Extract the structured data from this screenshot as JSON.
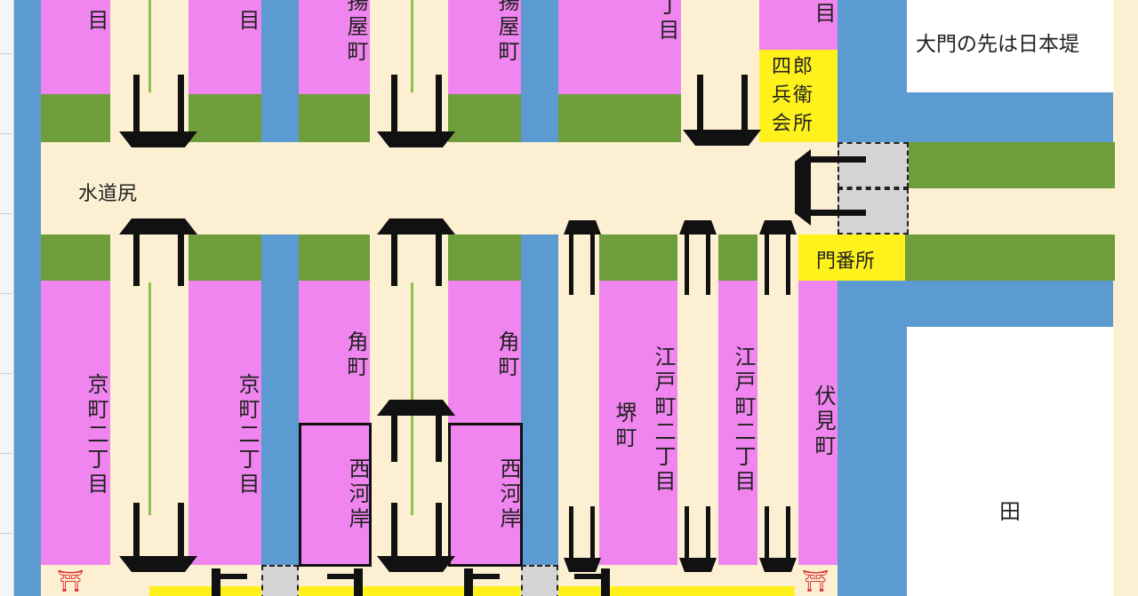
{
  "labels": {
    "kyomachi_1": "京町二丁目",
    "kyomachi_2": "京町二丁目",
    "sumimachi_1": "角町",
    "sumimachi_2": "角町",
    "nishigashi_1": "西河岸",
    "nishigashi_2": "西河岸",
    "sakaimachi": "堺町",
    "edomachi_1": "江戸町二丁目",
    "edomachi_2": "江戸町二丁目",
    "fushimimachi": "伏見町",
    "ageya_1": "揚屋町",
    "ageya_2": "揚屋町",
    "top_me_1": "目",
    "top_me_2": "目",
    "top_chome": "丁目",
    "top_me_3": "目",
    "shirobei": "四郎兵衛会所",
    "monbansho": "門番所",
    "suidojiri": "水道尻",
    "omon_note": "大門の先は日本堤",
    "ta": "田",
    "torii_1": "⛩",
    "torii_2": "⛩"
  },
  "colors": {
    "water": "#5b9bd1",
    "road": "#fdf0d2",
    "block": "#f185ef",
    "green_strip": "#6e9e3b",
    "office": "#fff21c",
    "gate_gray": "#d4d4d4"
  }
}
